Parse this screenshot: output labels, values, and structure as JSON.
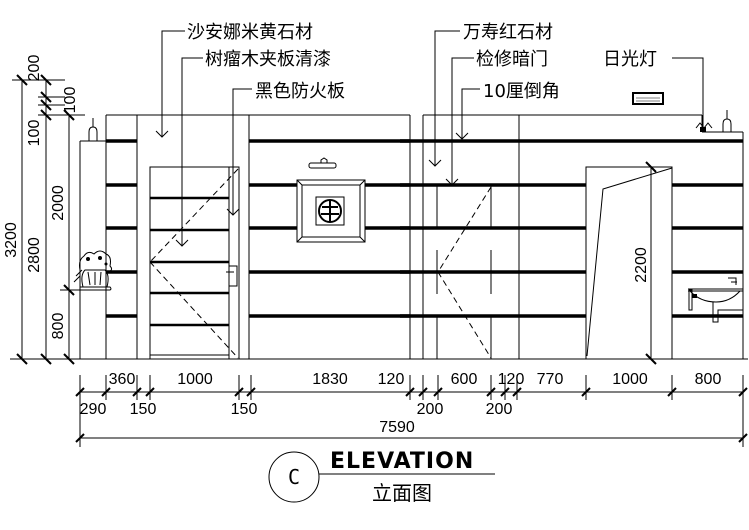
{
  "drawing": {
    "title": "ELEVATION",
    "subtitle": "立面图",
    "view_letter": "C",
    "colors": {
      "line": "#000000",
      "background": "#ffffff"
    }
  },
  "callouts": [
    {
      "text": "沙安娜米黄石材"
    },
    {
      "text": "树瘤木夹板清漆"
    },
    {
      "text": "黑色防火板"
    },
    {
      "text": "万寿红石材"
    },
    {
      "text": "检修暗门"
    },
    {
      "text": "10厘倒角"
    },
    {
      "text": "日光灯"
    }
  ],
  "vertical_dims": {
    "total": "3200",
    "upper": "200",
    "ceiling": "2800",
    "top_band_a": "100",
    "top_band_b": "100",
    "middle": "2000",
    "lower": "800",
    "door_height": "2200"
  },
  "horizontal_dims": {
    "top_row": [
      "360",
      "1000",
      "1830",
      "120",
      "600",
      "120",
      "770",
      "1000",
      "800"
    ],
    "bottom_row": [
      "290",
      "150",
      "150",
      "200",
      "200"
    ],
    "overall": "7590"
  }
}
